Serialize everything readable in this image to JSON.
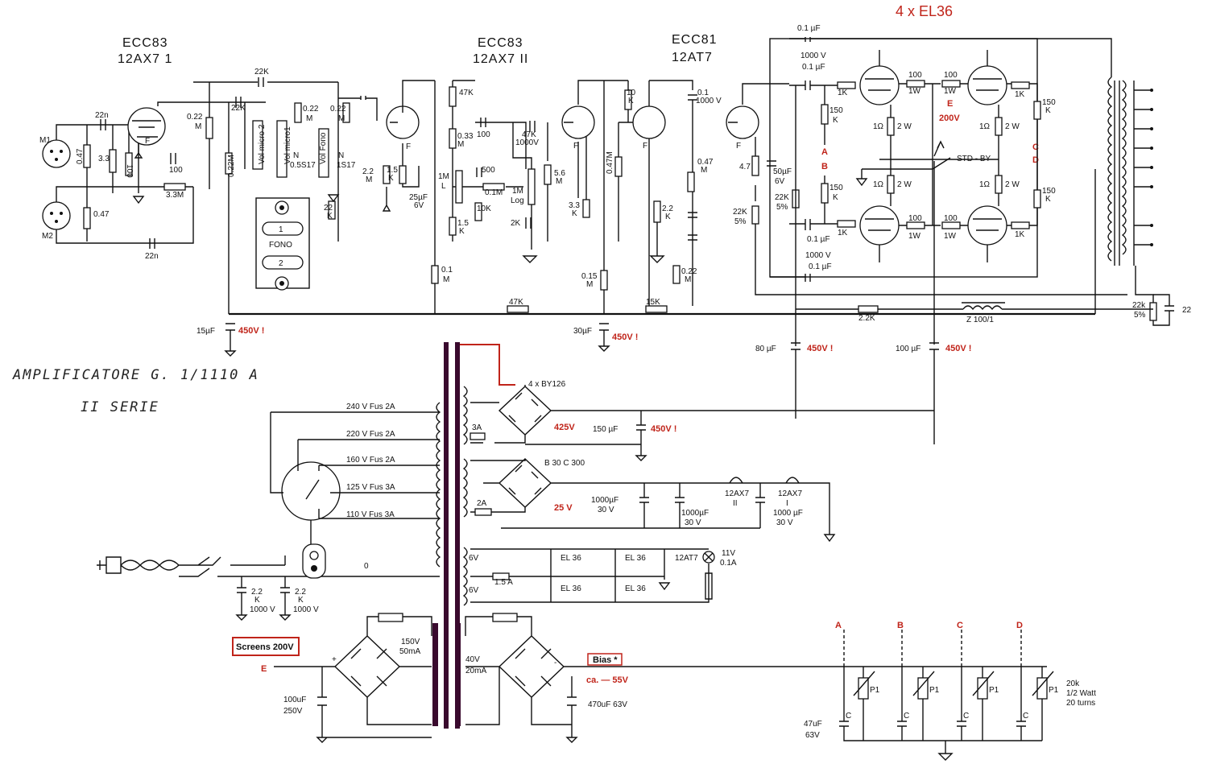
{
  "tubes": {
    "v1": {
      "type": "ECC83",
      "alt": "12AX7 1"
    },
    "v2": {
      "type": "ECC83",
      "alt": "12AX7 II"
    },
    "v3": {
      "type": "ECC81",
      "alt": "12AT7"
    },
    "outputs": "4 x EL36"
  },
  "title": {
    "line1": "AMPLIFICATORE  G. 1/1110 A",
    "line2": "II  SERIE"
  },
  "inputs": {
    "m1": "M1",
    "m2": "M2",
    "fono": "FONO",
    "fono1": "1",
    "fono2": "2"
  },
  "controls": {
    "vol_micro2": "Vol micro 2",
    "vol_micro1": "Vol micro1",
    "vol_fono": "Vol Fono",
    "n1": "N\n0.5S17",
    "n2": "N\n1S17"
  },
  "preamp_labels": [
    "22n",
    "0.47",
    "3.3",
    "100",
    "100",
    "3.3M",
    "0.47",
    "22n",
    "0.22\nM",
    "0.22M",
    "22K",
    "22K",
    "0.22\nM",
    "0.22\nM",
    "22\nK",
    "2.2\nM",
    "1.5\nK",
    "25µF\n6V"
  ],
  "driver_labels": [
    "47K",
    "0.33\nM",
    "100",
    "500",
    "47K\n1000V",
    "1M\nL",
    "0.1M",
    "10K",
    "1M\nLog",
    "5.6\nM",
    "1.5\nK",
    "2K",
    "3.3\nK",
    "0.1\nM",
    "0.15\nM",
    "47K"
  ],
  "phase_labels": [
    "10\nK",
    "0.1\n1000 V",
    "0.47\nM",
    "0.47\nM",
    "2.2\nK",
    "0.22\nM",
    "15K",
    "4.7",
    "50µF\n6V",
    "22K\n5%",
    "22K\n5%",
    "30µF",
    "450V !",
    "15µF",
    "450V !"
  ],
  "output_labels": [
    "0.1 µF",
    "1000 V\n0.1 µF",
    "1K",
    "150\nK",
    "100\n1W",
    "100\n1W",
    "1Ω",
    "2 W",
    "1Ω",
    "2 W",
    "1Ω",
    "2 W",
    "1Ω",
    "2 W",
    "150\nK",
    "150\nK",
    "150\nK",
    "1K",
    "0.1 µF",
    "1K",
    "100\n1W",
    "100\n1W",
    "1K",
    "1000 V\n0.1 µF",
    "STD - BY"
  ],
  "bias_points": {
    "a": "A",
    "b": "B",
    "c": "C",
    "d": "D",
    "e": "E",
    "e_volt": "200V"
  },
  "feedback": {
    "r1": "2.2K",
    "choke": "Z 100/1",
    "r2": "22k\n5%",
    "c": "22"
  },
  "filter_caps": {
    "c1": "80 µF",
    "c1v": "450V !",
    "c2": "100 µF",
    "c2v": "450V !"
  },
  "power": {
    "taps": [
      "240 V   Fus 2A",
      "220 V   Fus 2A",
      "160 V   Fus 2A",
      "125 V   Fus 3A",
      "110 V   Fus 3A"
    ],
    "zero": "0",
    "rect_hv": "4 x BY126",
    "fuse_hv": "3A",
    "hv_volt": "425V",
    "hv_cap": "150 µF",
    "hv_capv": "450V !",
    "rect_lv": "B 30  C 300",
    "fuse_lv": "2A",
    "lv_volt": "25 V",
    "lv_cap1": "1000µF\n30 V",
    "lv_cap2": "1000µF\n30 V",
    "lv_cap3": "1000 µF\n30 V",
    "heater_ii": "12AX7\nII",
    "heater_i": "12AX7\nI",
    "fil1": "6V",
    "fil2": "6V",
    "fil_fuse": "1.5 A",
    "el1": "EL 36",
    "el2": "EL 36",
    "el3": "EL 36",
    "el4": "EL 36",
    "tube_at7": "12AT7",
    "lamp": "11V\n0.1A",
    "mains_c1": "2.2\nK\n1000 V",
    "mains_c2": "2.2\nK\n1000 V"
  },
  "bias_supply": {
    "screens_box": "Screens 200V",
    "e": "E",
    "s_volt": "150V\n50mA",
    "s_cap": "100uF\n250V",
    "b_volt": "40V\n20mA",
    "bias_box": "Bias *",
    "bias_val": "ca. — 55V",
    "b_cap": "470uF 63V"
  },
  "bias_pots": {
    "labels": [
      "A",
      "B",
      "C",
      "D"
    ],
    "pot": "P1",
    "cap": "C",
    "cap_val": "47uF\n63V",
    "pot_val": "20k\n1/2 Watt\n20 turns"
  }
}
